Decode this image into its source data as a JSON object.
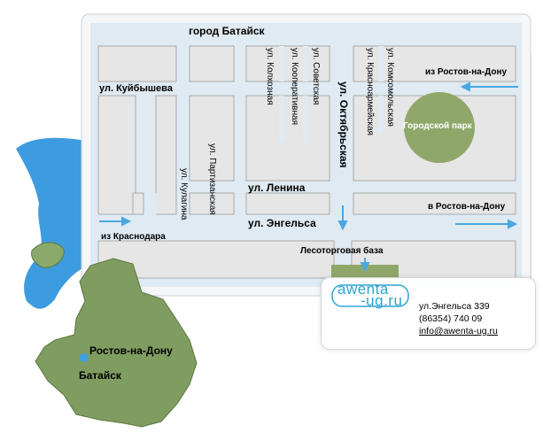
{
  "map": {
    "city_title": "город Батайск",
    "streets": {
      "kuybysheva": "ул. Куйбышева",
      "lenina": "ул. Ленина",
      "engelsa": "ул. Энгельса",
      "oktyabrskaya": "ул. Октябрьская",
      "kolkhoznaya": "ул. Колхозная",
      "kooperativnaya": "ул. Кооперативная",
      "sovetskaya": "ул. Советская",
      "krasnoarmeyskaya": "ул. Красноармейская",
      "komsomolskaya": "ул. Комсомольская",
      "partizanskaya": "ул. Партизанская",
      "kulagina": "ул. Кулагина"
    },
    "directions": {
      "from_rostov": "из Ростов-на-Дону",
      "to_rostov": "в Ростов-на-Дону",
      "from_krasnodar": "из Краснодара"
    },
    "landmarks": {
      "park": "Городской парк",
      "lumber_base": "Лесоторговая база"
    },
    "region": {
      "rostov": "Ростов-на-Дону",
      "bataysk": "Батайск"
    },
    "colors": {
      "block_fill": "#e6e6e6",
      "block_stroke": "#9a9a9a",
      "road_arrow": "#4aa8e0",
      "park_fill": "#8fa86a",
      "region_fill": "#7f9d60",
      "water_fill": "#3d9be0"
    }
  },
  "contact": {
    "logo_text": "awenta​-ug.ru",
    "logo_line1": "awenta",
    "logo_line2": "-ug.ru",
    "address": "ул.Энгельса 339",
    "phone": "(86354) 740 09",
    "email": "info@awenta-ug.ru"
  }
}
